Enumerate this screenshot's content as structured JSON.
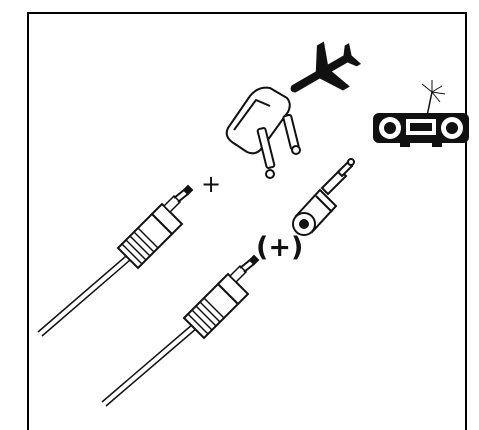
{
  "labels": {
    "plus": "+",
    "optional_plus": "(+)"
  },
  "icons": [
    "airplane-icon",
    "boombox-icon",
    "flight-adapter-plug",
    "stereo-jack-adapter",
    "audio-cable-35mm"
  ],
  "colors": {
    "stroke": "#111111",
    "fill": "#ffffff",
    "frame": "#000000"
  }
}
